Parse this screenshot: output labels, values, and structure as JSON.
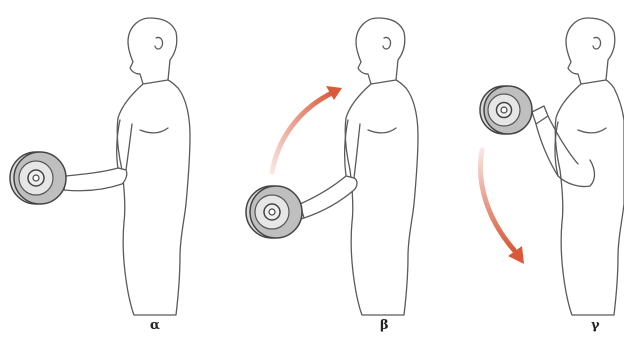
{
  "panels": [
    {
      "label": "α",
      "motion": "none"
    },
    {
      "label": "β",
      "motion": "lift-up"
    },
    {
      "label": "γ",
      "motion": "lower-down"
    }
  ],
  "colors": {
    "outline": "#5a5a5a",
    "skin": "#ffffff",
    "plate_fill": "#d9d9d9",
    "plate_inner": "#efefef",
    "arrow": "#d9593a"
  }
}
